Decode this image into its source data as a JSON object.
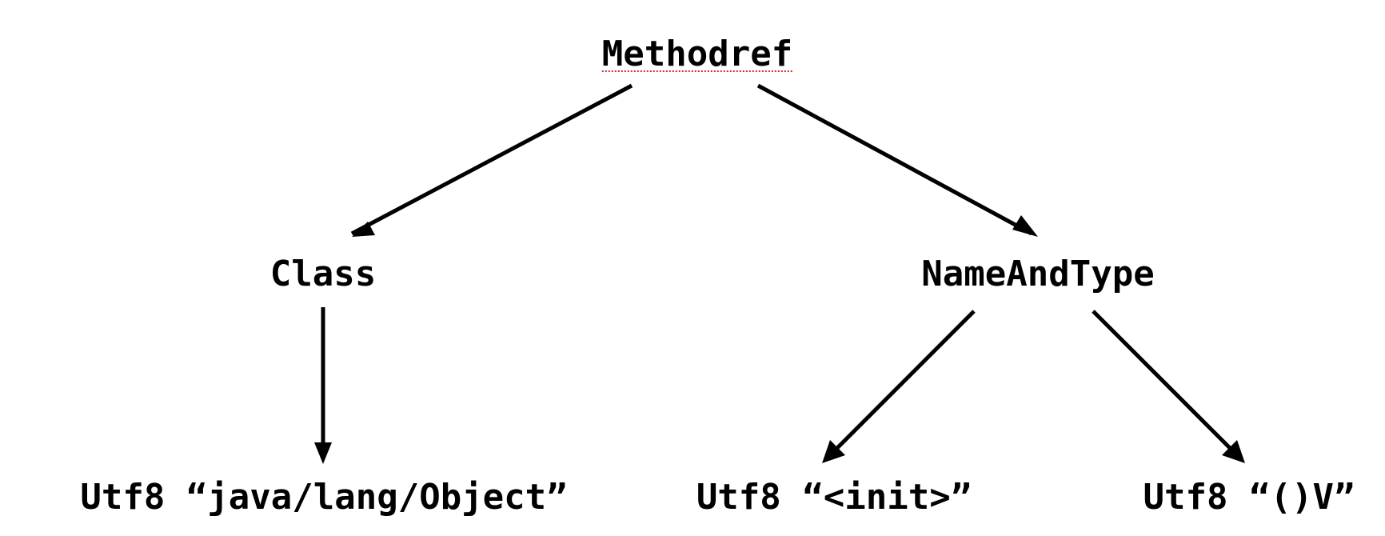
{
  "diagram": {
    "root": {
      "label": "Methodref"
    },
    "class_node": {
      "label": "Class"
    },
    "name_and_type_node": {
      "label": "NameAndType"
    },
    "leaves": [
      {
        "label": "Utf8 “java/lang/Object”"
      },
      {
        "label": "Utf8 “<init>”"
      },
      {
        "label": "Utf8 “()V”"
      }
    ],
    "edges": [
      {
        "from": "Methodref",
        "to": "Class"
      },
      {
        "from": "Methodref",
        "to": "NameAndType"
      },
      {
        "from": "Class",
        "to": "Utf8 “java/lang/Object”"
      },
      {
        "from": "NameAndType",
        "to": "Utf8 “<init>”"
      },
      {
        "from": "NameAndType",
        "to": "Utf8 “()V”"
      }
    ],
    "colors": {
      "text": "#000000",
      "edge": "#000000",
      "spellcheck_underline": "#d22b2b",
      "background": "#ffffff"
    }
  }
}
